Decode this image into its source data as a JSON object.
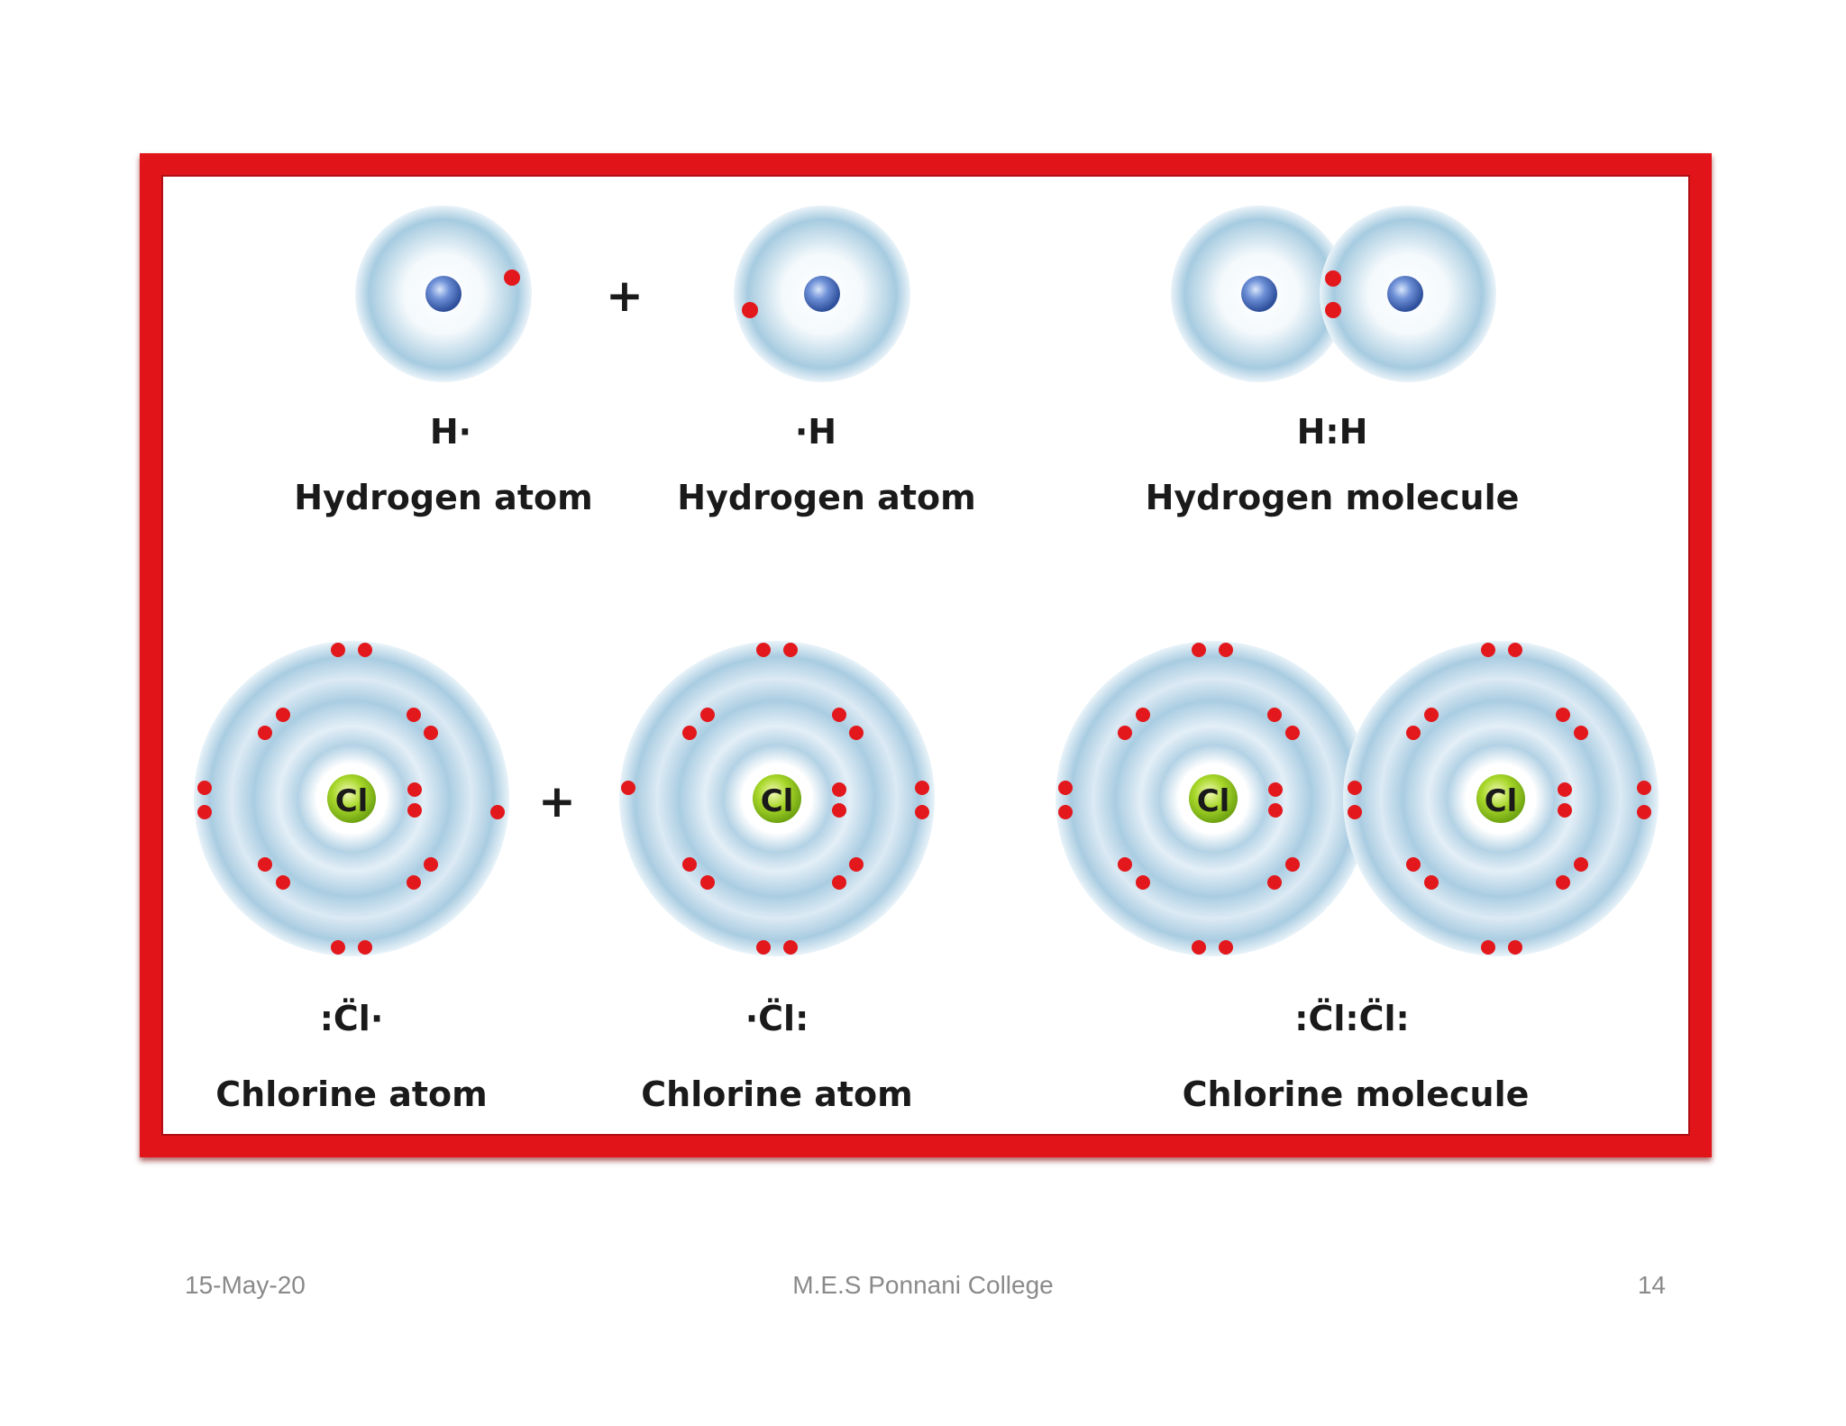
{
  "figure": {
    "top_row": {
      "left": {
        "formula": "H·",
        "caption": "Hydrogen atom"
      },
      "plus": "+",
      "middle": {
        "formula": "·H",
        "caption": "Hydrogen atom"
      },
      "right": {
        "formula": "H:H",
        "caption": "Hydrogen molecule"
      }
    },
    "bottom_row": {
      "left": {
        "formula": ":C̈l·",
        "nucleus": "Cl",
        "caption": "Chlorine atom"
      },
      "plus": "+",
      "middle": {
        "formula": "·C̈l:",
        "nucleus": "Cl",
        "caption": "Chlorine atom"
      },
      "right": {
        "formula": ":C̈l:C̈l:",
        "nucleus_a": "Cl",
        "nucleus_b": "Cl",
        "caption": "Chlorine molecule"
      }
    },
    "colors": {
      "frame": "#e01419",
      "electron": "#e3181c",
      "hydrogen_nucleus": "#5577c4",
      "chlorine_nucleus": "#9acd1f",
      "shell": "#a9cde2"
    }
  },
  "footer": {
    "date": "15-May-20",
    "college": "M.E.S Ponnani College",
    "page": "14"
  }
}
